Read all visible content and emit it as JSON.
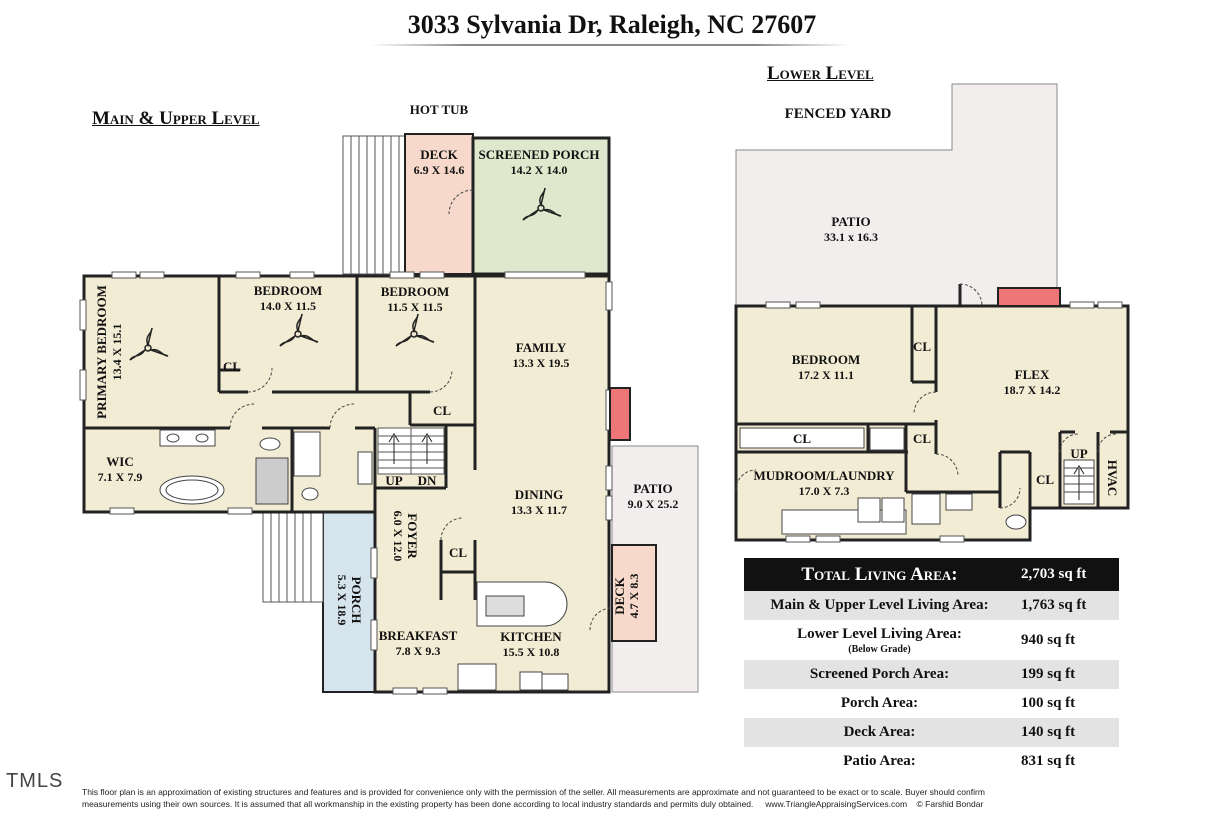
{
  "title": "3033 Sylvania Dr, Raleigh, NC 27607",
  "main_heading": "Main & Upper Level",
  "lower_heading": "Lower Level",
  "colors": {
    "room": "#f3ecd4",
    "walls": "#222222",
    "deck": "#f6d9ca",
    "screened_porch": "#dfe8cc",
    "porch": "#d6e4ee",
    "patio": "#f3eeee",
    "fireplace": "#ef7678"
  },
  "main_level": {
    "labels": {
      "hot_tub": "HOT TUB"
    },
    "rooms": [
      {
        "id": "deck",
        "name": "DECK",
        "dims": "6.9 X 14.6"
      },
      {
        "id": "screened-porch",
        "name": "SCREENED PORCH",
        "dims": "14.2 X 14.0"
      },
      {
        "id": "primary-bedroom",
        "name": "PRIMARY BEDROOM",
        "dims": "13.4 X 15.1"
      },
      {
        "id": "bedroom-2",
        "name": "BEDROOM",
        "dims": "14.0 X 11.5"
      },
      {
        "id": "bedroom-3",
        "name": "BEDROOM",
        "dims": "11.5 X 11.5"
      },
      {
        "id": "family",
        "name": "FAMILY",
        "dims": "13.3 X 19.5"
      },
      {
        "id": "wic",
        "name": "WIC",
        "dims": "7.1 X 7.9"
      },
      {
        "id": "dining",
        "name": "DINING",
        "dims": "13.3 X 11.7"
      },
      {
        "id": "patio-main",
        "name": "PATIO",
        "dims": "9.0 X 25.2"
      },
      {
        "id": "foyer",
        "name": "FOYER",
        "dims": "6.0 X 12.0"
      },
      {
        "id": "porch",
        "name": "PORCH",
        "dims": "5.3 X 18.9"
      },
      {
        "id": "deck-small",
        "name": "DECK",
        "dims": "4.7 X 8.3"
      },
      {
        "id": "breakfast",
        "name": "BREAKFAST",
        "dims": "7.8 X 9.3"
      },
      {
        "id": "kitchen",
        "name": "KITCHEN",
        "dims": "15.5 X 10.8"
      }
    ],
    "closets": [
      "CL",
      "CL",
      "CL"
    ],
    "stairs": {
      "up": "UP",
      "down": "DN"
    }
  },
  "lower_level": {
    "labels": {
      "fenced_yard": "FENCED YARD",
      "cl_1": "CL",
      "cl_2": "CL",
      "cl_3": "CL",
      "cl_4": "CL",
      "up": "UP",
      "hvac": "HVAC"
    },
    "rooms": [
      {
        "id": "patio-lower",
        "name": "PATIO",
        "dims": "33.1 x 16.3"
      },
      {
        "id": "bedroom-lower",
        "name": "BEDROOM",
        "dims": "17.2 X 11.1"
      },
      {
        "id": "flex",
        "name": "FLEX",
        "dims": "18.7 X 14.2"
      },
      {
        "id": "mudroom",
        "name": "MUDROOM/LAUNDRY",
        "dims": "17.0 X 7.3"
      }
    ]
  },
  "area_table": {
    "total": {
      "label": "Total Living Area:",
      "value": "2,703 sq ft"
    },
    "rows": [
      {
        "label": "Main & Upper Level Living Area:",
        "sub": "",
        "value": "1,763 sq ft"
      },
      {
        "label": "Lower Level Living Area:",
        "sub": "(Below Grade)",
        "value": "940 sq ft"
      },
      {
        "label": "Screened Porch Area:",
        "sub": "",
        "value": "199 sq ft"
      },
      {
        "label": "Porch Area:",
        "sub": "",
        "value": "100 sq ft"
      },
      {
        "label": "Deck Area:",
        "sub": "",
        "value": "140 sq ft"
      },
      {
        "label": "Patio Area:",
        "sub": "",
        "value": "831 sq ft"
      }
    ]
  },
  "footer": {
    "line1": "This floor plan is an approximation of existing structures and features and is provided for convenience only with the permission of the seller.  All measurements are approximate and not guaranteed to be exact or to scale.  Buyer should confirm",
    "line2": "measurements using their own sources.  It is assumed that all workmanship in the existing property has been done according to local industry standards and permits duly obtained.",
    "website": "www.TriangleAppraisingServices.com",
    "copyright": "© Farshid Bondar"
  },
  "logo": "TMLS"
}
